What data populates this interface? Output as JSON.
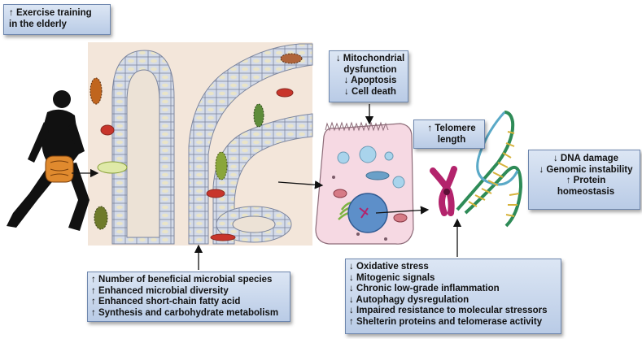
{
  "boxes": {
    "exercise": [
      "↑ Exercise training",
      "in the elderly"
    ],
    "mito": [
      "↓ Mitochondrial",
      "dysfunction",
      "↓ Apoptosis",
      "↓ Cell death"
    ],
    "telomere": [
      "↑ Telomere",
      "length"
    ],
    "dna": [
      "↓ DNA damage",
      "↓ Genomic instability",
      "↑ Protein",
      "homeostasis"
    ],
    "microbiota": [
      "↑ Number of beneficial microbial species",
      "↑ Enhanced microbial diversity",
      "↑ Enhanced short-chain fatty acid",
      "↑ Synthesis and carbohydrate metabolism"
    ],
    "stress": [
      "↓ Oxidative stress",
      "↓ Mitogenic signals",
      "↓ Chronic low-grade inflammation",
      "↓ Autophagy dysregulation",
      "↓ Impaired resistance to molecular stressors",
      "↑ Shelterin proteins and telomerase activity"
    ]
  },
  "colors": {
    "box_fill_top": "#dce6f4",
    "box_fill_bottom": "#b9cbe6",
    "box_border": "#6d86ad",
    "tissue_bg": "#f3e6da",
    "villus_cell": "#ccd4e4",
    "nucleus": "#8c8fb8",
    "cell_body": "#f6d9e3",
    "chromosome": "#b3236c",
    "dna_strand": "#2e8b57",
    "runner": "#111111",
    "intestine": "#e08a2e"
  },
  "icons": [
    "runner-silhouette",
    "intestine-icon",
    "bacteria-icon",
    "cell-icon",
    "chromosome-icon",
    "dna-helix-icon"
  ]
}
